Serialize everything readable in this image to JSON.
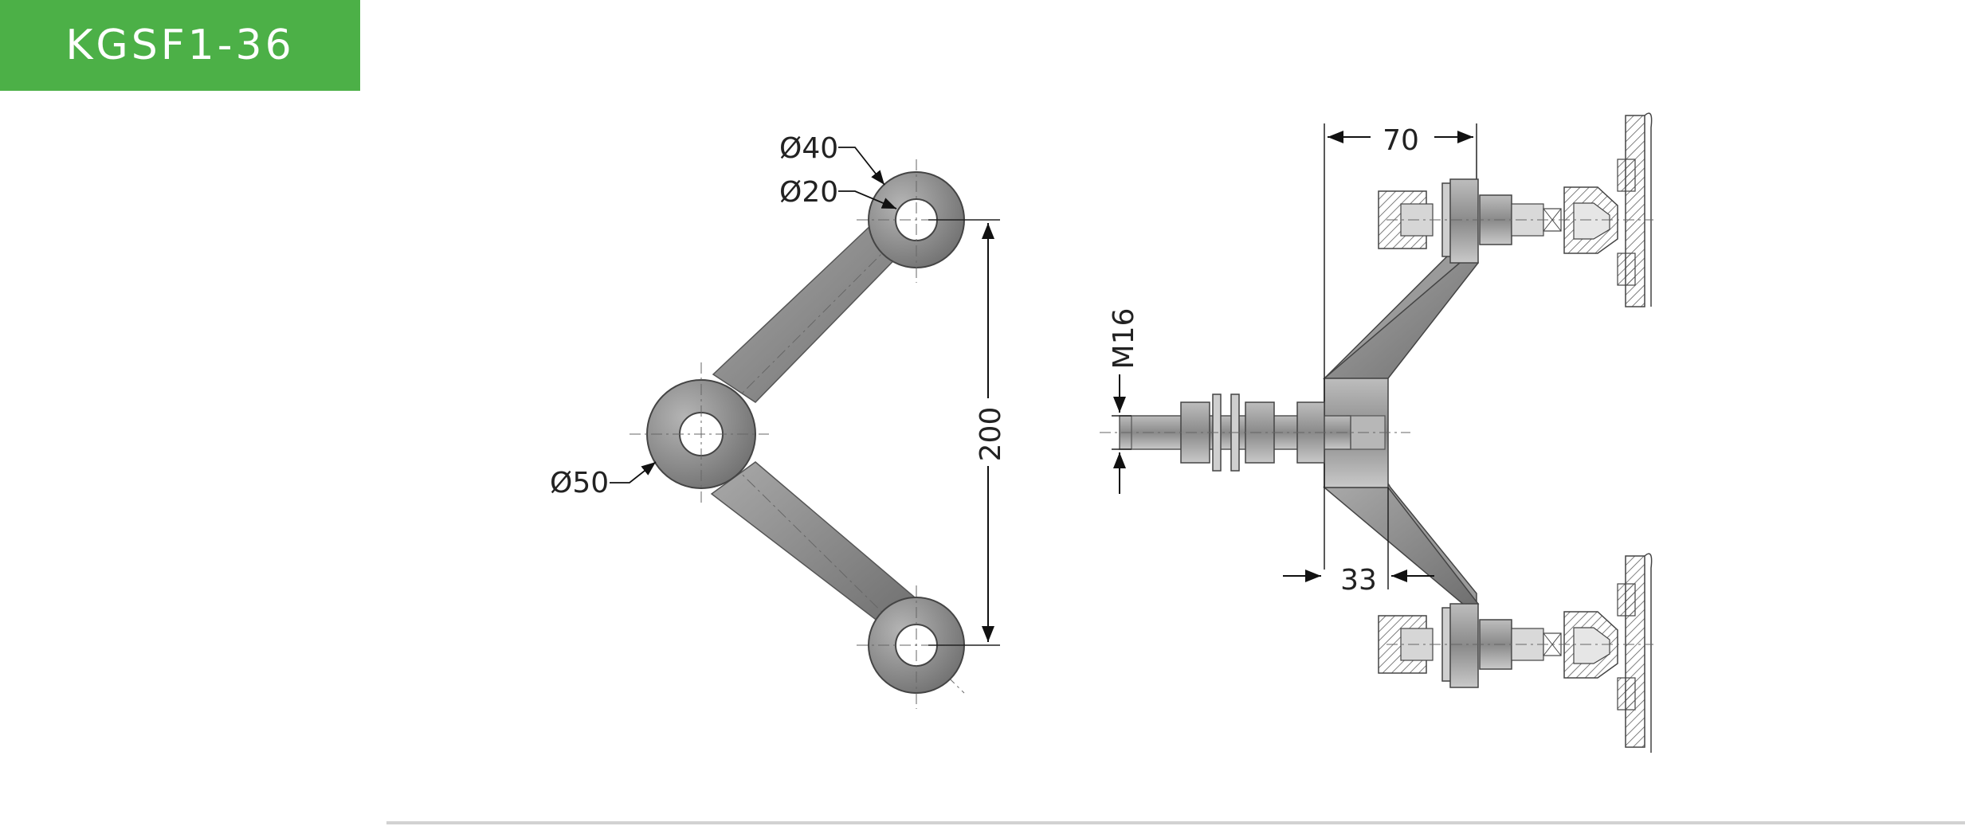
{
  "header": {
    "model": "KGSF1-36"
  },
  "colors": {
    "badge": "#4cb047",
    "rule": "#d2d2d2"
  },
  "front_view": {
    "outer_ring_dia": "Ø40",
    "inner_hole_dia": "Ø20",
    "hub_dia": "Ø50",
    "vertical_span": "200"
  },
  "side_view": {
    "top_width": "70",
    "offset": "33",
    "thread": "M16"
  }
}
